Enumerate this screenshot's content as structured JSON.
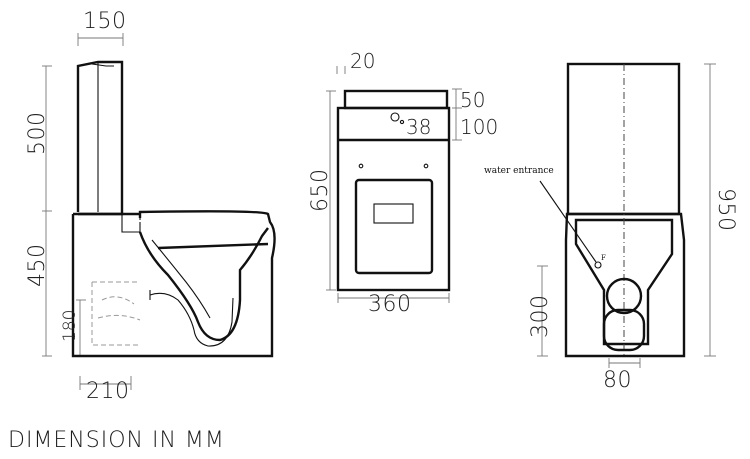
{
  "caption": "DIMENSION IN MM",
  "side_view": {
    "tank_width": "150",
    "tank_height": "500",
    "bowl_height": "450",
    "outlet_height": "180",
    "outlet_offset": "210"
  },
  "top_view": {
    "rim_offset": "20",
    "lid_thickness": "50",
    "hole_diameter": "38",
    "tank_depth": "100",
    "depth": "650",
    "width": "360"
  },
  "back_view": {
    "label": "water entrance",
    "marker": "F",
    "total_height": "950",
    "inlet_height": "300",
    "inlet_offset": "80"
  }
}
